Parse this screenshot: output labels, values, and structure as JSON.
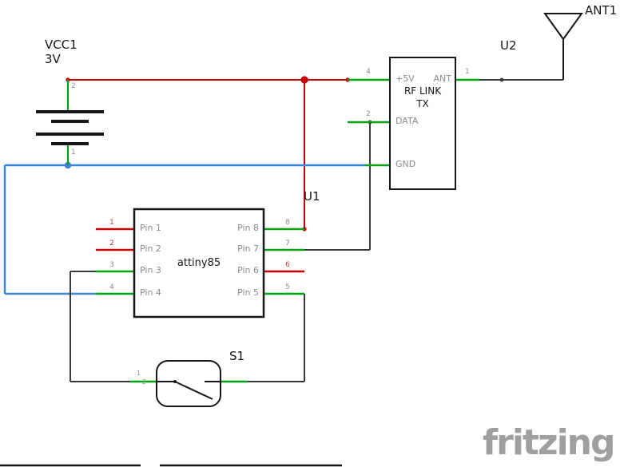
{
  "battery": {
    "ref": "VCC1",
    "value": "3V",
    "pin_top_num": "2",
    "pin_bottom_num": "1"
  },
  "mcu": {
    "ref": "U1",
    "name": "attiny85",
    "left_pins": [
      {
        "label": "Pin 1",
        "num": "1"
      },
      {
        "label": "Pin 2",
        "num": "2"
      },
      {
        "label": "Pin 3",
        "num": "3"
      },
      {
        "label": "Pin 4",
        "num": "4"
      }
    ],
    "right_pins": [
      {
        "label": "Pin 8",
        "num": "8"
      },
      {
        "label": "Pin 7",
        "num": "7"
      },
      {
        "label": "Pin 6",
        "num": "6"
      },
      {
        "label": "Pin 5",
        "num": "5"
      }
    ]
  },
  "rf_module": {
    "ref": "U2",
    "title_line1": "RF LINK",
    "title_line2": "TX",
    "pin_5v": "+5V",
    "pin_ant": "ANT",
    "pin_data": "DATA",
    "pin_gnd": "GND",
    "num_5v": "4",
    "num_data": "2",
    "num_ant": "1"
  },
  "antenna": {
    "ref": "ANT1"
  },
  "toggle_switch": {
    "ref": "S1",
    "num_1": "1",
    "num_2": "2"
  },
  "watermark": "fritzing",
  "colors": {
    "wire_red": "#c80000",
    "wire_blue": "#3c82d8",
    "pin_green": "#00a313",
    "outline": "#161616",
    "pin_label_gray": "#8c8c8c",
    "watermark_gray": "#9f9f9f"
  }
}
